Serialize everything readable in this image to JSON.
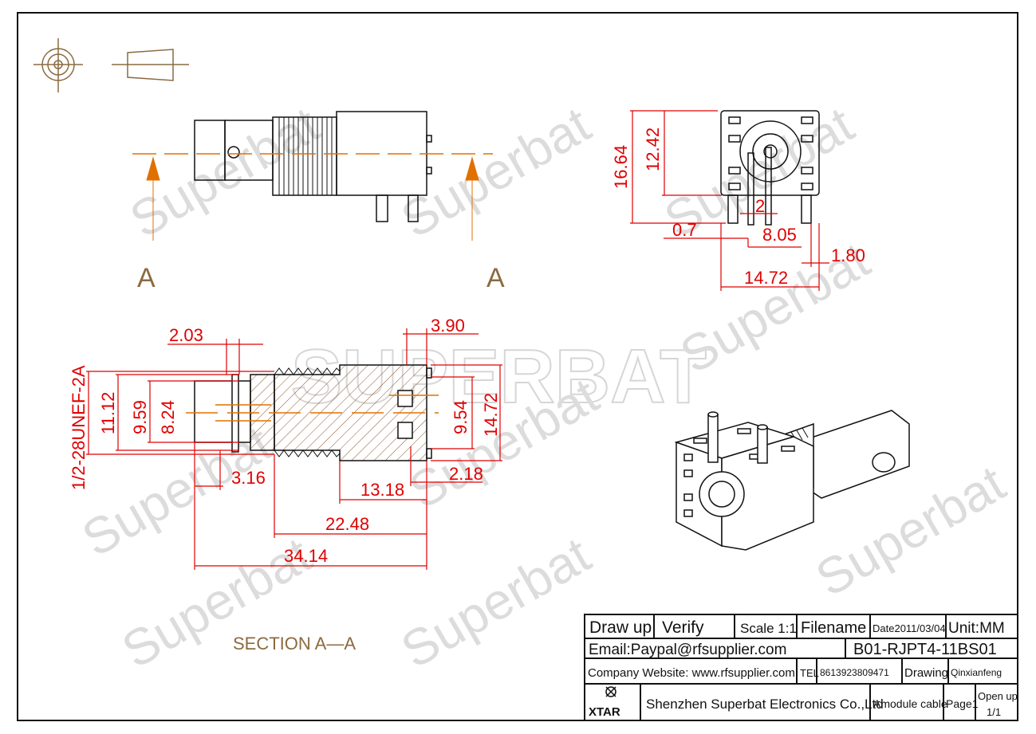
{
  "watermark": {
    "brand": "SUPERBAT",
    "repeat": "Superbat"
  },
  "section_labels": {
    "a_left": "A",
    "a_right": "A",
    "section": "SECTION  A—A"
  },
  "dims": {
    "d_16_64": "16.64",
    "d_12_42": "12.42",
    "d_2": "2",
    "d_0_7": "0.7",
    "d_8_05": "8.05",
    "d_1_80": "1.80",
    "d_14_72_side": "14.72",
    "d_2_03": "2.03",
    "d_3_90": "3.90",
    "d_thread": "1/2-28UNEF-2A",
    "d_11_12": "11.12",
    "d_9_59": "9.59",
    "d_8_24": "8.24",
    "d_9_54": "9.54",
    "d_14_72": "14.72",
    "d_3_16": "3.16",
    "d_2_18": "2.18",
    "d_13_18": "13.18",
    "d_22_48": "22.48",
    "d_34_14": "34.14"
  },
  "title_block": {
    "draw_up": "Draw up",
    "verify": "Verify",
    "scale": "Scale 1:1",
    "filename": "Filename",
    "date": "Date2011/03/04",
    "unit": "Unit:MM",
    "email": "Email:Paypal@rfsupplier.com",
    "part_no": "B01-RJPT4-11BS01",
    "website": "Company Website:  www.rfsupplier.com",
    "tel_label": "TEL",
    "tel": "8613923809471",
    "drawing_label": "Drawing",
    "drawer": "Qinxianfeng",
    "logo_text": "XTAR",
    "company": "Shenzhen Superbat Electronics Co.,Ltd",
    "product": "Amodule cable",
    "page": "Page1",
    "open_up": "Open up",
    "open_up_val": "1/1"
  },
  "colors": {
    "dim": "#e00000",
    "outline": "#111111",
    "center": "#e07000",
    "hatch": "#8b5a2b",
    "label": "#8b6a40",
    "watermark": "#d8d8d8"
  }
}
